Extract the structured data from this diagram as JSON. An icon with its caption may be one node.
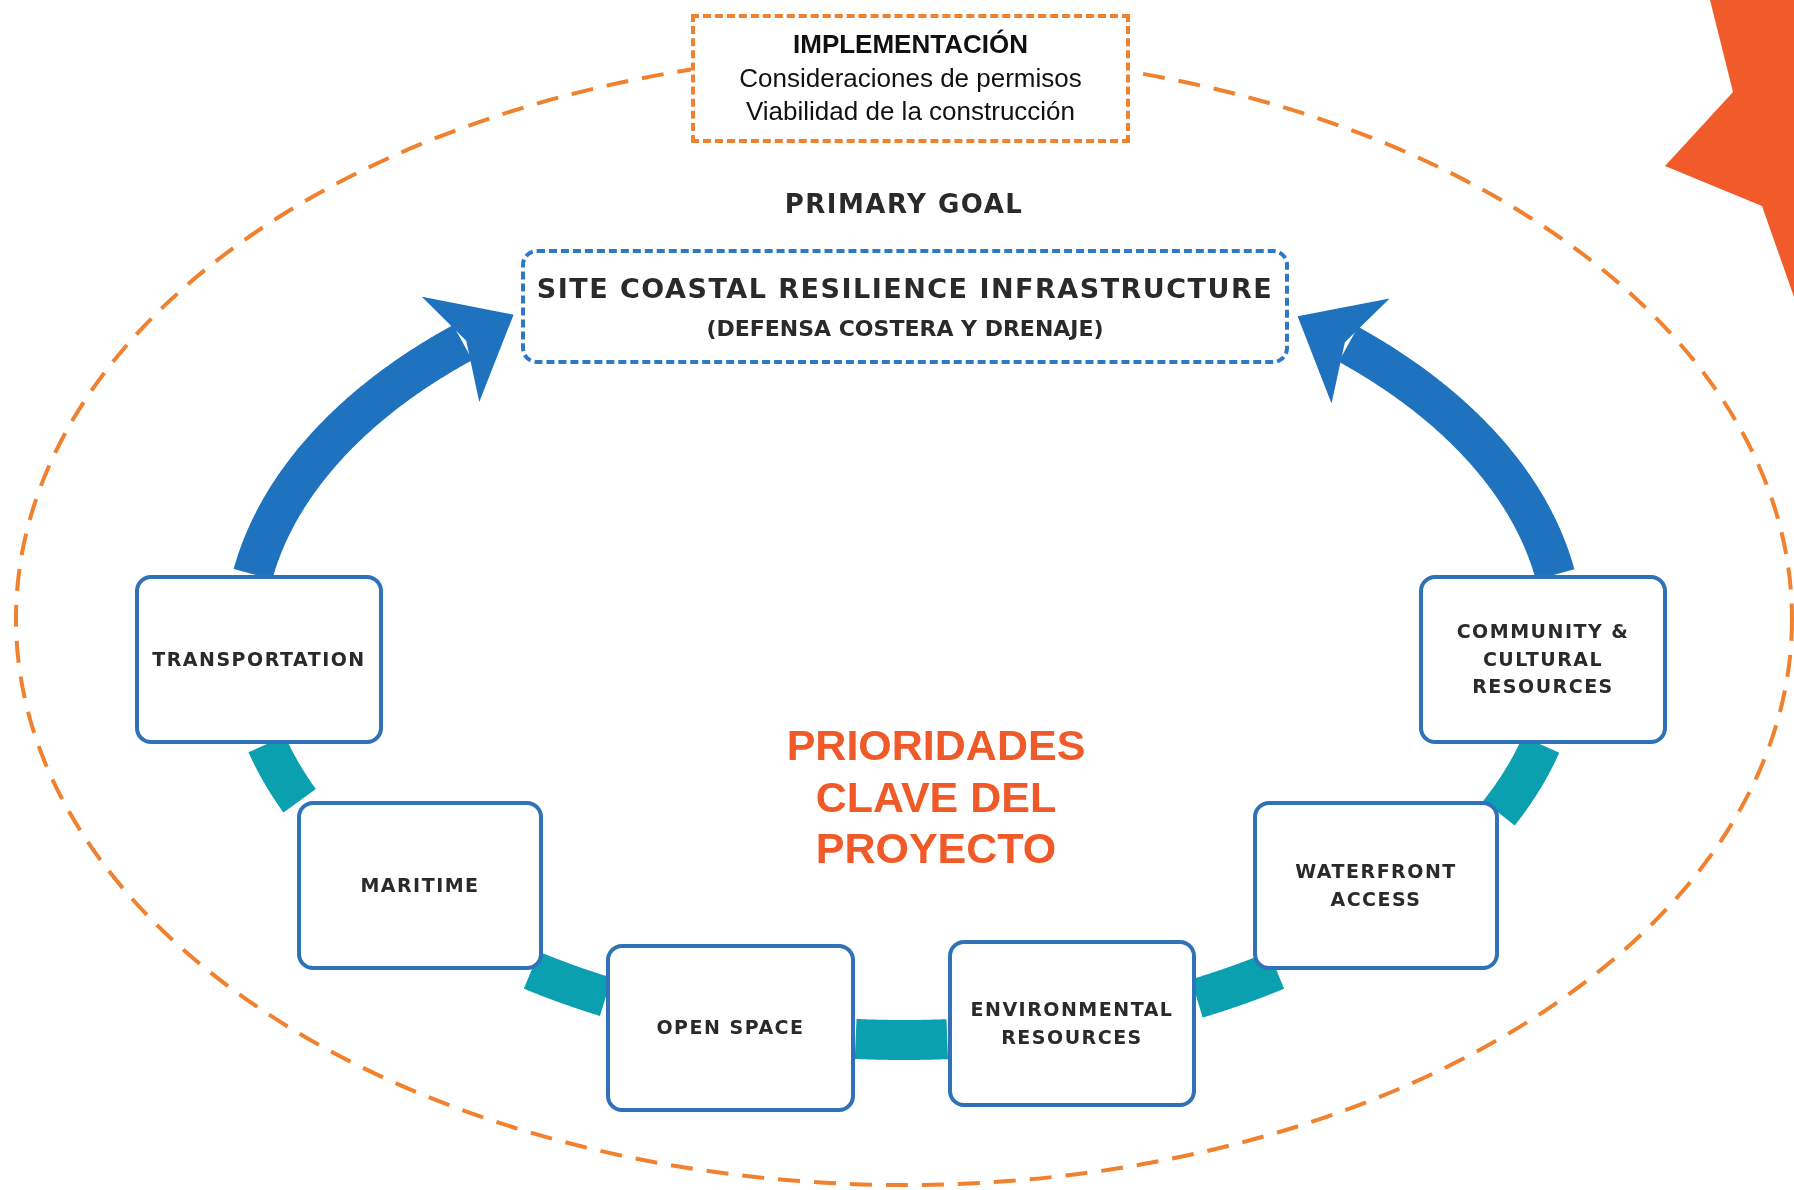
{
  "diagram": {
    "nodes": [
      {
        "text": [
          "IMPLEMENTACIÓN",
          "Consideraciones de permisos",
          "Viabilidad de la construcción"
        ]
      },
      {
        "text": [
          "SITE COASTAL RESILIENCE INFRASTRUCTURE",
          "(DEFENSA COSTERA Y DRENAJE)"
        ],
        "beside": [
          "PRIMARY GOAL"
        ]
      },
      {
        "text": [
          "TRANSPORTATION"
        ]
      },
      {
        "text": [
          "MARITIME"
        ]
      },
      {
        "text": [
          "OPEN SPACE"
        ]
      },
      {
        "text": [
          "ENVIRONMENTAL RESOURCES"
        ]
      },
      {
        "text": [
          "WATERFRONT ACCESS"
        ]
      },
      {
        "text": [
          "COMMUNITY & CULTURAL RESOURCES"
        ]
      }
    ],
    "edges": [
      {
        "from": 2,
        "to": 1,
        "arrow": "to",
        "color": "#1f72bd"
      },
      {
        "from": 7,
        "to": 1,
        "arrow": "to",
        "color": "#1f72bd"
      },
      {
        "from": 2,
        "to": 3,
        "arrow": "none"
      },
      {
        "from": 3,
        "to": 4,
        "arrow": "none"
      },
      {
        "from": 4,
        "to": 5,
        "arrow": "none"
      },
      {
        "from": 5,
        "to": 6,
        "arrow": "none"
      },
      {
        "from": 6,
        "to": 7,
        "arrow": "none"
      }
    ],
    "labels": [
      "PRIORIDADES CLAVE DEL PROYECTO"
    ]
  }
}
